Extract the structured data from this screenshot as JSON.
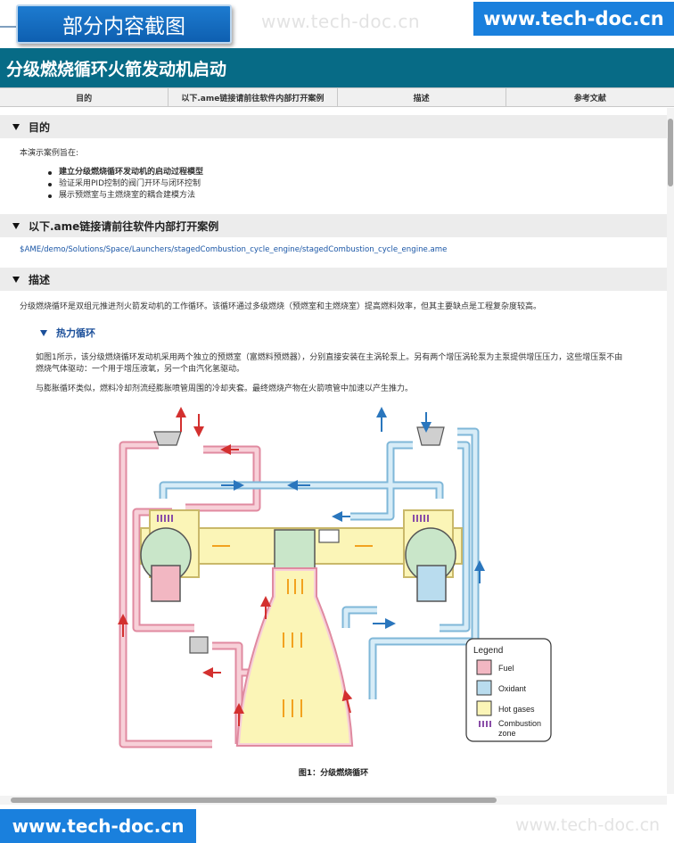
{
  "overlay": {
    "badge": "部分内容截图",
    "watermark": "www.tech-doc.cn",
    "url_top": "www.tech-doc.cn",
    "url_bottom": "www.tech-doc.cn",
    "watermark_bottom": "www.tech-doc.cn"
  },
  "page": {
    "title": "分级燃烧循环火箭发动机启动"
  },
  "nav": {
    "tabs": [
      "目的",
      "以下.ame链接请前往软件内部打开案例",
      "描述",
      "参考文献"
    ]
  },
  "sections": {
    "purpose": {
      "header": "目的",
      "intro": "本演示案例旨在:",
      "bullets": [
        "建立分级燃烧循环发动机的启动过程模型",
        "验证采用PID控制的阀门开环与闭环控制",
        "展示预燃室与主燃烧室的耦合建模方法"
      ]
    },
    "link": {
      "header": "以下.ame链接请前往软件内部打开案例",
      "path": "$AME/demo/Solutions/Space/Launchers/stagedCombustion_cycle_engine/stagedCombustion_cycle_engine.ame"
    },
    "description": {
      "header": "描述",
      "intro": "分级燃烧循环是双组元推进剂火箭发动机的工作循环。该循环通过多级燃烧（预燃室和主燃烧室）提高燃料效率，但其主要缺点是工程复杂度较高。",
      "sub_header": "热力循环",
      "para1_line1": "如图1所示，该分级燃烧循环发动机采用两个独立的预燃室（富燃料预燃器），分别直接安装在主涡轮泵上。另有两个增压涡轮泵为主泵提供增压压力，这些增压泵不由",
      "para1_line2": "燃烧气体驱动：一个用于增压液氧，另一个由汽化氢驱动。",
      "para2": "与膨胀循环类似，燃料冷却剂流经膨胀喷管周围的冷却夹套。最终燃烧产物在火箭喷管中加速以产生推力。",
      "figure_caption": "图1：分级燃烧循环"
    }
  },
  "legend": {
    "title": "Legend",
    "items": [
      {
        "label": "Fuel",
        "color": "#f2b7c2"
      },
      {
        "label": "Oxidant",
        "color": "#b9dcee"
      },
      {
        "label": "Hot gases",
        "color": "#fbf5b7"
      },
      {
        "label": "Combustion",
        "label2": "zone",
        "color": "#8a4ea8"
      }
    ]
  },
  "colors": {
    "fuel": "#f2b7c2",
    "fuel_line": "#e08aa0",
    "oxidant": "#b9dcee",
    "oxidant_line": "#7fb7d8",
    "hot_gas": "#fbf5b7",
    "arrow_red": "#d3302f",
    "arrow_blue": "#2a76bd",
    "arrow_orange": "#f2a21f",
    "title_bar": "#076b86"
  }
}
